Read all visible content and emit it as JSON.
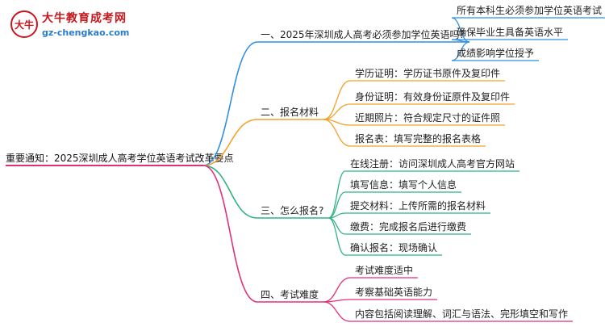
{
  "logo": {
    "title": "大牛教育成考网",
    "url": "gz-chengkao.com",
    "mark_text": "大牛"
  },
  "root": {
    "label": "重要通知：2025深圳成人高考学位英语考试改革要点"
  },
  "colors": {
    "blue": "#2f8fe0",
    "orange": "#f2a22a",
    "green": "#2fb380",
    "magenta": "#e0307a"
  },
  "branches": [
    {
      "label": "一、2025年深圳成人高考必须参加学位英语吗?",
      "color": "blue",
      "children": [
        "所有本科生必须参加学位英语考试",
        "确保毕业生具备英语水平",
        "成绩影响学位授予"
      ]
    },
    {
      "label": "二、报名材料",
      "color": "orange",
      "children": [
        "学历证明：学历证书原件及复印件",
        "身份证明：有效身份证原件及复印件",
        "近期照片：符合规定尺寸的证件照",
        "报名表：填写完整的报名表格"
      ]
    },
    {
      "label": "三、怎么报名?",
      "color": "green",
      "children": [
        "在线注册：访问深圳成人高考官方网站",
        "填写信息：填写个人信息",
        "提交材料：上传所需的报名材料",
        "缴费：完成报名后进行缴费",
        "确认报名：现场确认"
      ]
    },
    {
      "label": "四、考试难度",
      "color": "magenta",
      "children": [
        "考试难度适中",
        "考察基础英语能力",
        "内容包括阅读理解、词汇与语法、完形填空和写作"
      ]
    }
  ]
}
